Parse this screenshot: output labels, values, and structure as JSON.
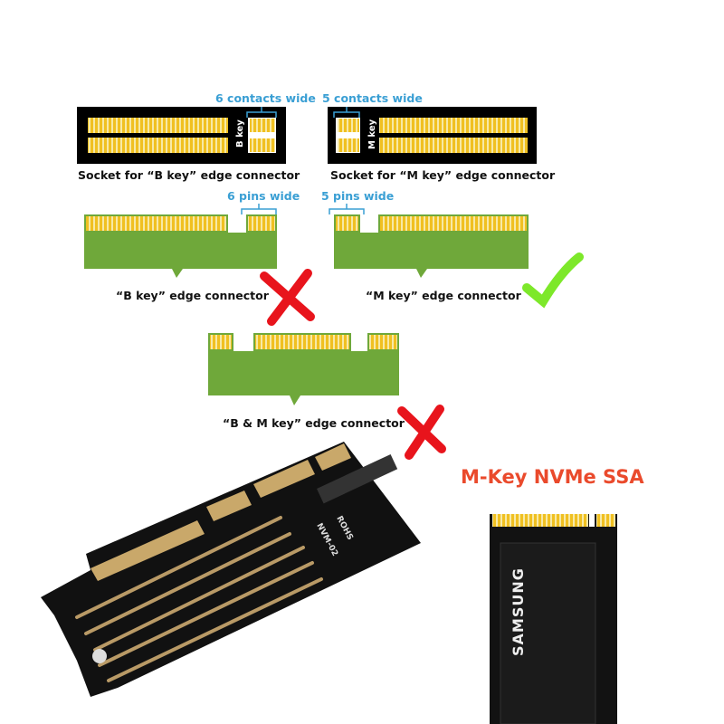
{
  "socket_b": {
    "caption": "Socket for “B key” edge connector",
    "key_label": "B key",
    "width_label": "6 contacts wide"
  },
  "socket_m": {
    "caption": "Socket for “M key” edge connector",
    "key_label": "M key",
    "width_label": "5 contacts wide"
  },
  "connector_b": {
    "caption": "“B key” edge connector",
    "width_label": "6 pins wide",
    "status": "incompatible"
  },
  "connector_m": {
    "caption": "“M key” edge connector",
    "width_label": "5 pins wide",
    "status": "compatible"
  },
  "connector_bm": {
    "caption": "“B & M key” edge connector",
    "status": "incompatible"
  },
  "product": {
    "title": "M-Key NVMe SSA",
    "adapter_silkscreen": [
      "ROHS",
      "NVM-02"
    ],
    "ssd_brand": "SAMSUNG"
  },
  "colors": {
    "contact_gold": "#f0c93a",
    "pcb_green": "#6fa83a",
    "label_blue": "#3a9fd4",
    "cross_red": "#e8141c",
    "check_green": "#7de82a",
    "title_red": "#ea4a2c"
  }
}
